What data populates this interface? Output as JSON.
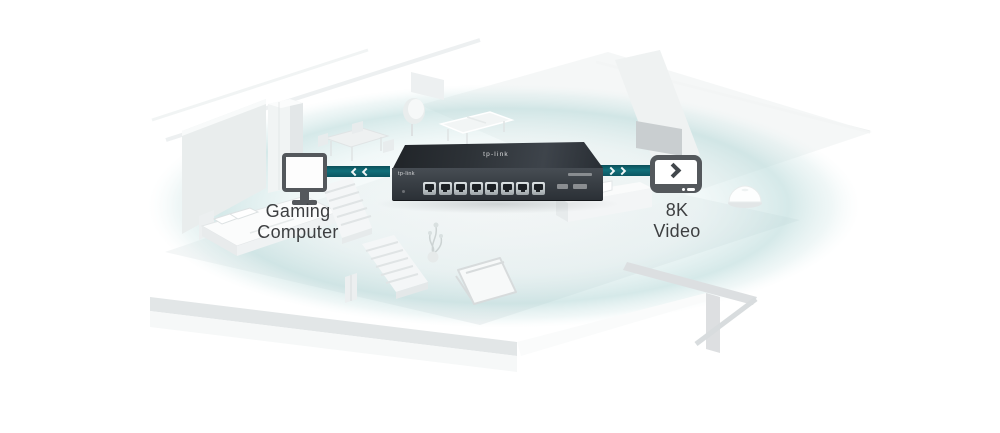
{
  "diagram": {
    "source_device": {
      "icon": "monitor-icon",
      "label_lines": [
        "Gaming",
        "Computer"
      ]
    },
    "switch": {
      "brand": "tp-link",
      "port_count": 8
    },
    "destination_device": {
      "icon": "video-player-icon",
      "label_lines": [
        "8K",
        "Video"
      ]
    },
    "connections": {
      "left_cable_direction": "left",
      "right_cable_direction": "right"
    },
    "colors": {
      "cable_teal": "#0e6570",
      "device_icon_gray": "#54585c",
      "switch_body": "#31363c",
      "coverage_ellipse": "#cde4e4",
      "label_text": "#3d3f41"
    }
  }
}
